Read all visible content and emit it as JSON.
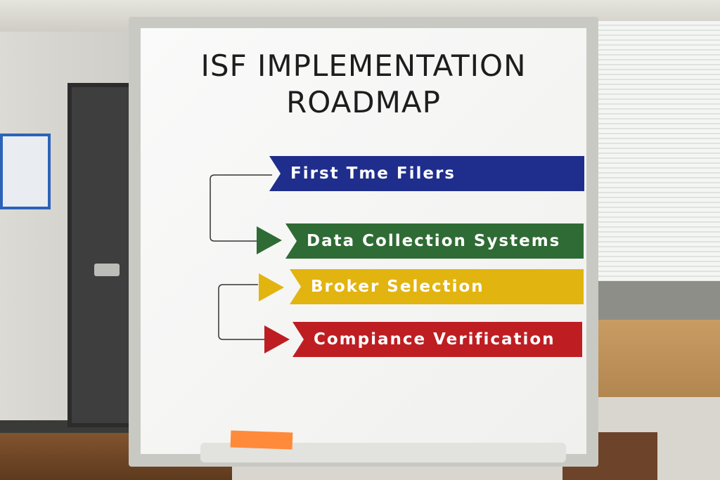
{
  "board": {
    "title_line1": "ISF IMPLEMENTATION",
    "title_line2": "ROADMAP",
    "steps": [
      {
        "label": "First Tme Filers",
        "color": "#1f2e8c"
      },
      {
        "label": "Data Collection Systems",
        "color": "#2f6b34"
      },
      {
        "label": "Broker Selection",
        "color": "#e2b410"
      },
      {
        "label": "Compiance Verification",
        "color": "#be1e22"
      }
    ]
  }
}
